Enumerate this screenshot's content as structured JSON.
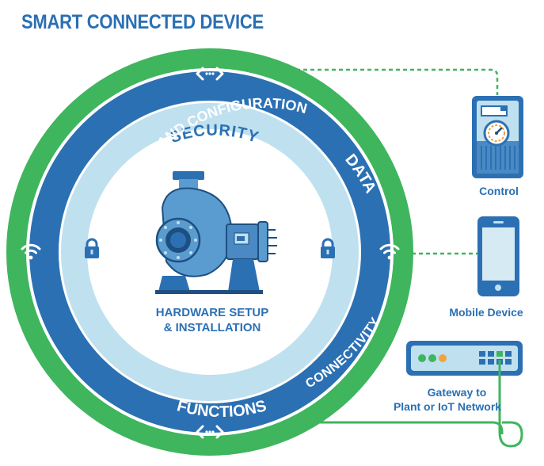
{
  "title": "SMART CONNECTED DEVICE",
  "center": {
    "line1": "HARDWARE SETUP",
    "line2": "& INSTALLATION"
  },
  "inner_ring": {
    "top": "SECURITY",
    "lock_icon": "lock-icon"
  },
  "middle_ring": {
    "left": "SETUP AND CONFIGURATION",
    "right": "DATA",
    "bottom": "FUNCTIONS"
  },
  "outer_ring": {
    "bottom_right": "CONNECTIVITY",
    "top_icon": "code-arrows-icon",
    "side_icon": "wifi-icon"
  },
  "devices": {
    "control": "Control",
    "mobile": "Mobile Device",
    "gateway_line1": "Gateway to",
    "gateway_line2": "Plant or IoT Network"
  },
  "colors": {
    "title_blue": "#2a6fb3",
    "outer_green": "#3fb55e",
    "middle_blue": "#2c70b4",
    "light_blue": "#bfe0ef",
    "dark_line": "#1d4f80",
    "gateway_orange": "#f2a23c"
  }
}
